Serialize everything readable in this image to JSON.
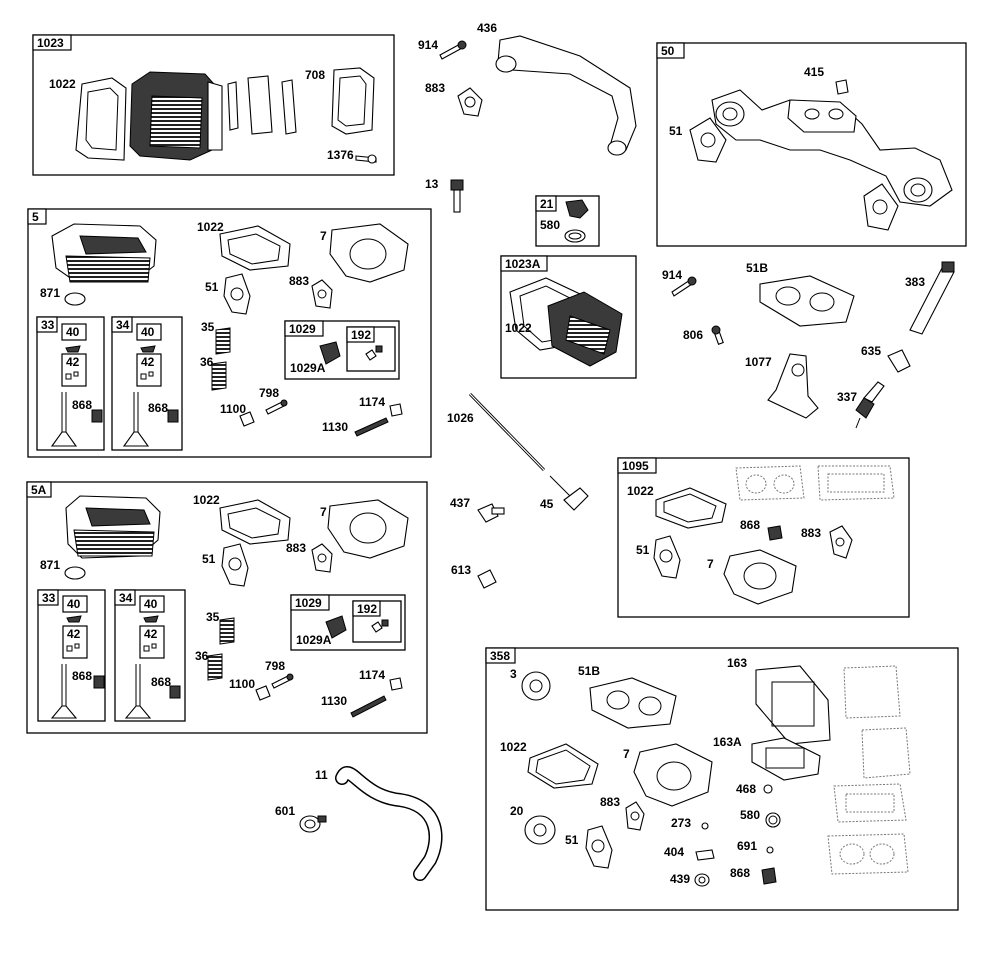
{
  "groups": {
    "g1023": "1023",
    "g5": "5",
    "g5a": "5A",
    "g50": "50",
    "g21": "21",
    "g1023a": "1023A",
    "g1095": "1095",
    "g358": "358",
    "g33": "33",
    "g34": "34",
    "g1029": "1029",
    "g192": "192",
    "g40": "40",
    "g42": "42"
  },
  "parts": {
    "p1022": "1022",
    "p708": "708",
    "p1376": "1376",
    "p914": "914",
    "p436": "436",
    "p883": "883",
    "p13": "13",
    "p580": "580",
    "p415": "415",
    "p51": "51",
    "p871": "871",
    "p7": "7",
    "p35": "35",
    "p36": "36",
    "p798": "798",
    "p1100": "1100",
    "p1174": "1174",
    "p1130": "1130",
    "p1029a": "1029A",
    "p868": "868",
    "p51b": "51B",
    "p383": "383",
    "p806": "806",
    "p635": "635",
    "p1077": "1077",
    "p337": "337",
    "p1026": "1026",
    "p437": "437",
    "p45": "45",
    "p613": "613",
    "p11": "11",
    "p601": "601",
    "p3": "3",
    "p163": "163",
    "p163a": "163A",
    "p20": "20",
    "p468": "468",
    "p273": "273",
    "p404": "404",
    "p691": "691",
    "p439": "439"
  }
}
